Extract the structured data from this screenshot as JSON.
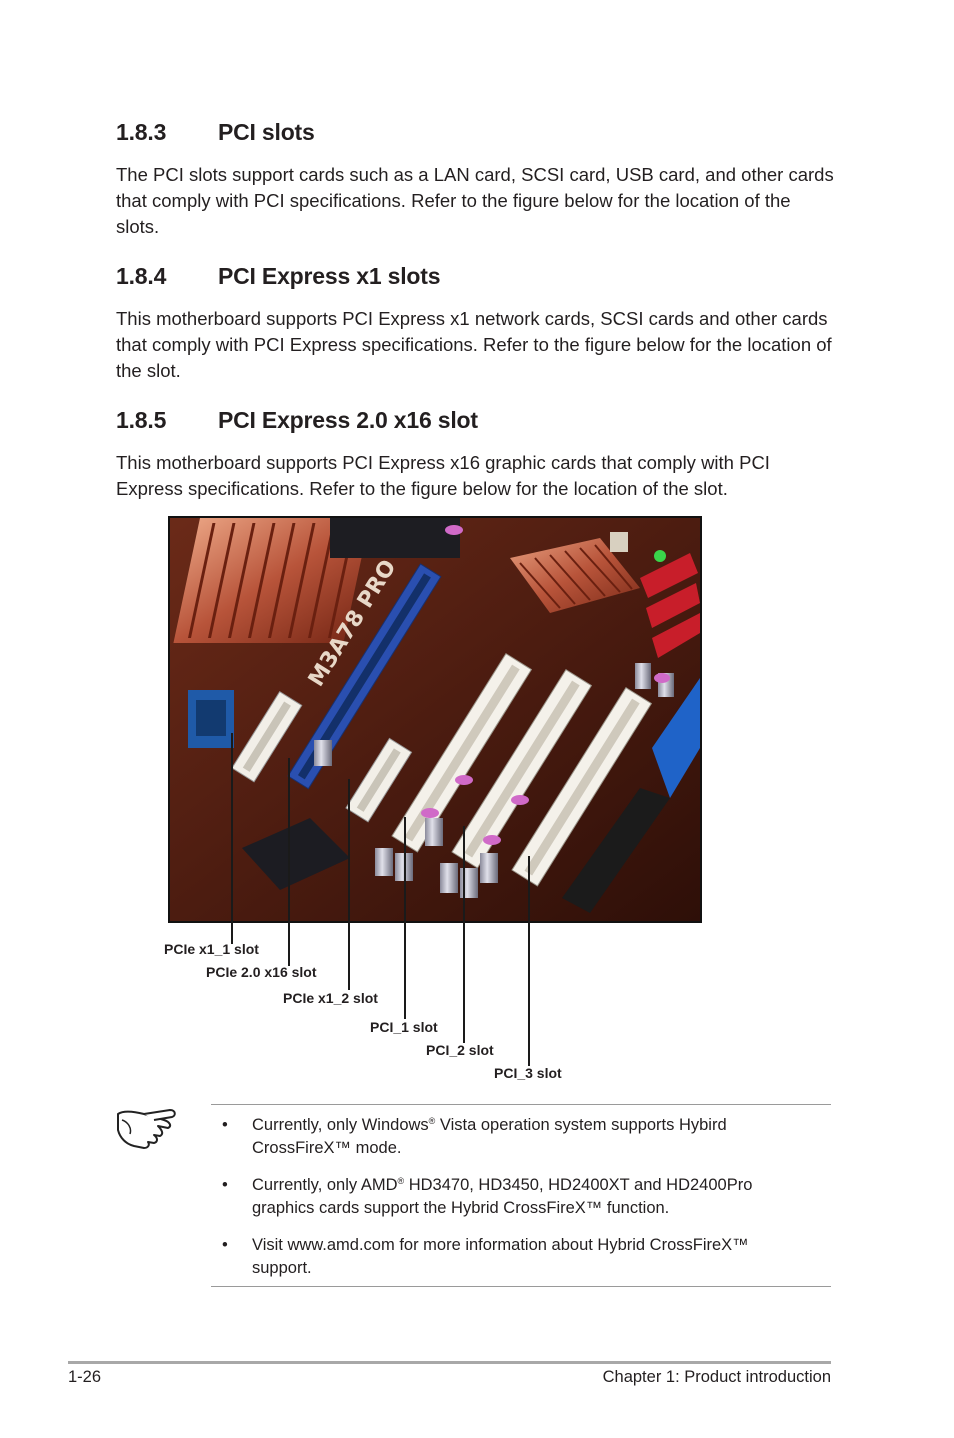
{
  "sections": [
    {
      "number": "1.8.3",
      "title": "PCI slots",
      "body": "The PCI slots support cards such as a LAN card, SCSI card, USB card, and other cards that comply with PCI specifications. Refer to the figure below for the location of the slots."
    },
    {
      "number": "1.8.4",
      "title": "PCI Express x1 slots",
      "body": "This motherboard supports PCI Express x1 network cards, SCSI cards and other cards that comply with PCI Express specifications. Refer to the figure below for the location of the slot."
    },
    {
      "number": "1.8.5",
      "title": "PCI Express 2.0 x16 slot",
      "body": "This motherboard supports PCI Express x16 graphic cards that comply with PCI Express specifications. Refer to the figure below for the location of the slot."
    }
  ],
  "figure": {
    "board_silkscreen": "M3A78 PRO",
    "callouts": [
      "PCIe x1_1 slot",
      "PCIe 2.0 x16 slot",
      "PCIe x1_2 slot",
      "PCI_1 slot",
      "PCI_2 slot",
      "PCI_3 slot"
    ]
  },
  "notes": {
    "icon": "pointing-hand-icon",
    "items": [
      {
        "before": "Currently, only Windows",
        "sup": "®",
        "after": " Vista operation system supports Hybird CrossFireX™ mode."
      },
      {
        "before": "Currently, only AMD",
        "sup": "®",
        "after": " HD3470, HD3450, HD2400XT and HD2400Pro graphics cards support the Hybrid CrossFireX™ function."
      },
      {
        "before": "Visit www.amd.com for more information about Hybrid CrossFireX™ support.",
        "sup": "",
        "after": ""
      }
    ]
  },
  "footer": {
    "page_number": "1-26",
    "chapter": "Chapter 1: Product introduction"
  },
  "colors": {
    "text": "#231f20",
    "board": "#4a1a10",
    "pcie_x16": "#2a4fb0",
    "heatsink": "#b8543a",
    "sata": "#c81e2a"
  }
}
